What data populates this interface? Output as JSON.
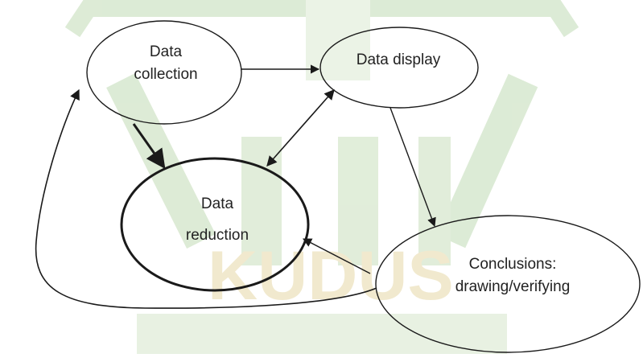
{
  "diagram": {
    "nodes": {
      "data_collection": {
        "line1": "Data",
        "line2": "collection"
      },
      "data_display": {
        "line1": "Data display"
      },
      "data_reduction": {
        "line1": "Data",
        "line2": "reduction"
      },
      "conclusions": {
        "line1": "Conclusions:",
        "line2": "drawing/verifying"
      }
    },
    "watermark": {
      "text": "KUDUS",
      "colors": {
        "green": "#cfe3c6",
        "tan": "#eadfb8"
      }
    },
    "colors": {
      "stroke": "#1a1a1a",
      "text": "#222222"
    }
  }
}
